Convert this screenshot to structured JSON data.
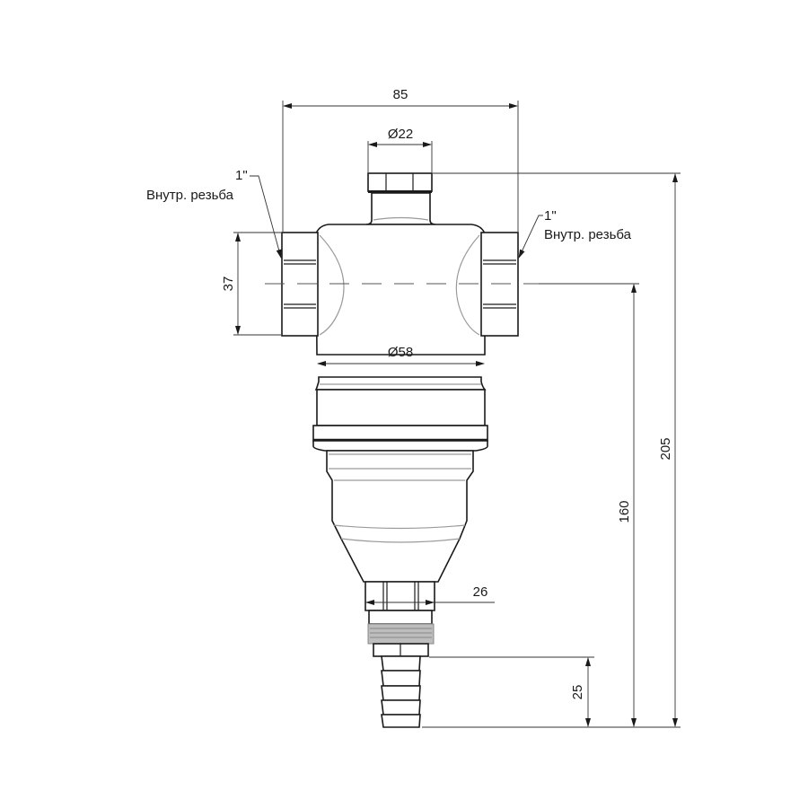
{
  "drawing": {
    "title": "Filter technical drawing",
    "dimensions": {
      "overall_width": "85",
      "top_cap_diameter": "Ø22",
      "body_diameter": "Ø58",
      "port_height": "37",
      "drain_nut_width": "26",
      "hose_tail_length": "25",
      "axis_to_bottom": "160",
      "total_height": "205"
    },
    "annotations": {
      "left_port": {
        "size": "1\"",
        "thread": "Внутр. резьба"
      },
      "right_port": {
        "size": "1\"",
        "thread": "Внутр. резьба"
      }
    },
    "colors": {
      "line": "#1a1a1a",
      "thread_fill": "#bdbdbd",
      "background": "#ffffff"
    }
  }
}
